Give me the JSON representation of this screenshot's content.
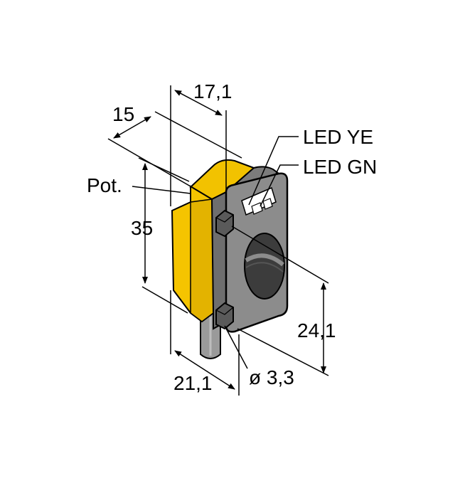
{
  "drawing": {
    "dimensions": {
      "width_top": "17,1",
      "depth": "15",
      "height": "35",
      "hole_spacing": "24,1",
      "width_bottom": "21,1",
      "hole_diameter": "ø 3,3"
    },
    "labels": {
      "led_ye": "LED YE",
      "led_gn": "LED GN",
      "pot": "Pot."
    },
    "colors": {
      "housing_yellow": "#f5c400",
      "housing_yellow_dark": "#d9a900",
      "front_gray": "#8a8a8a",
      "front_gray_dark": "#5e5e5e",
      "lens_dark": "#3a3a3a",
      "line": "#000000"
    }
  }
}
